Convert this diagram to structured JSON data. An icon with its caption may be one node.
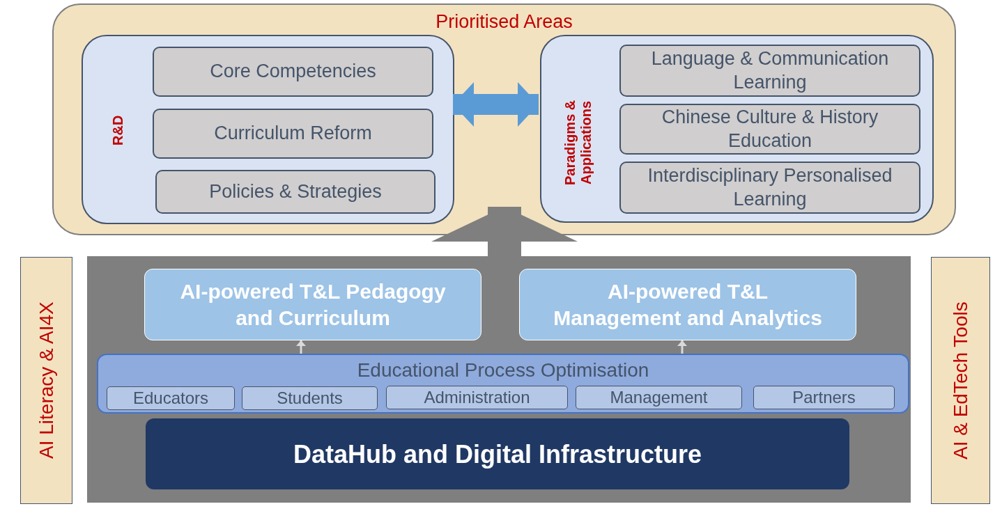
{
  "diagram": {
    "nodes": [
      {
        "text": [
          "Prioritised Areas"
        ]
      },
      {
        "text": [
          "R&D"
        ],
        "in": 0
      },
      {
        "text": [
          "Core Competencies"
        ],
        "in": 1
      },
      {
        "text": [
          "Curriculum Reform"
        ],
        "in": 1
      },
      {
        "text": [
          "Policies & Strategies"
        ],
        "in": 1
      },
      {
        "text": [
          "Paradigms & Applications"
        ],
        "in": 0
      },
      {
        "text": [
          "Language & Communication Learning"
        ],
        "in": 5
      },
      {
        "text": [
          "Chinese Culture & History Education"
        ],
        "in": 5
      },
      {
        "text": [
          "Interdisciplinary Personalised Learning"
        ],
        "in": 5
      },
      {
        "text": [],
        "shape": "box"
      },
      {
        "text": [
          "AI-powered T&L Pedagogy and Curriculum"
        ],
        "in": 9
      },
      {
        "text": [
          "AI-powered T&L Management and Analytics"
        ],
        "in": 9
      },
      {
        "text": [
          "Educational Process Optimisation"
        ],
        "in": 9
      },
      {
        "text": [
          "Educators"
        ],
        "in": 12
      },
      {
        "text": [
          "Students"
        ],
        "in": 12
      },
      {
        "text": [
          "Administration"
        ],
        "in": 12
      },
      {
        "text": [
          "Management"
        ],
        "in": 12
      },
      {
        "text": [
          "Partners"
        ],
        "in": 12
      },
      {
        "text": [
          "DataHub and Digital Infrastructure"
        ],
        "in": 9
      },
      {
        "text": [
          "AI Literacy & AI4X"
        ]
      },
      {
        "text": [
          "AI  & EdTech Tools"
        ]
      }
    ],
    "edges": [
      {
        "from": 1,
        "to": 5,
        "arrow": "both",
        "style": "thick",
        "color": "#5b9bd5"
      },
      {
        "from": 9,
        "to": 0,
        "arrow": "to",
        "style": "thick",
        "color": "#7f7f7f"
      },
      {
        "from": 12,
        "to": 10,
        "arrow": "to"
      },
      {
        "from": 12,
        "to": 11,
        "arrow": "to"
      }
    ]
  }
}
